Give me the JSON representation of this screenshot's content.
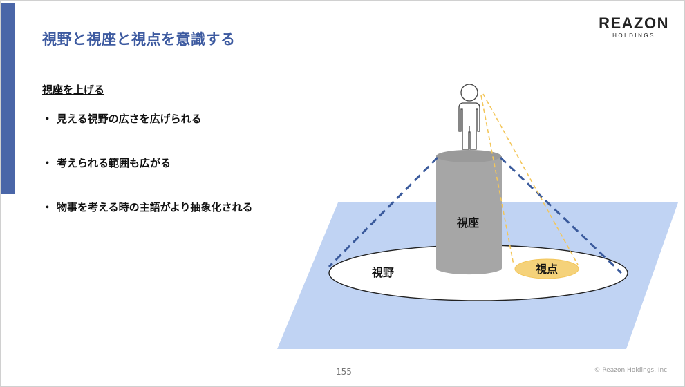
{
  "slide": {
    "title": "視野と視座と視点を意識する",
    "logo": {
      "main": "REAZON",
      "sub": "HOLDINGS"
    },
    "subheading": "視座を上げる",
    "bullets": [
      "見える視野の広さを広げられる",
      "考えられる範囲も広がる",
      "物事を考える時の主語がより抽象化される"
    ],
    "bullet_marker": "・",
    "diagram": {
      "pillar_label": "視座",
      "field_label": "視野",
      "focus_label": "視点"
    },
    "page_number": "155",
    "copyright": "© Reazon Holdings, Inc."
  },
  "colors": {
    "accent": "#4a66a8",
    "title": "#3d5aa0",
    "plane": "#c0d3f3",
    "pillar": "#a6a6a6",
    "view_lines": "#3a5a9c",
    "focus_lines": "#f3c65a",
    "focus_fill": "#f5d27a"
  }
}
